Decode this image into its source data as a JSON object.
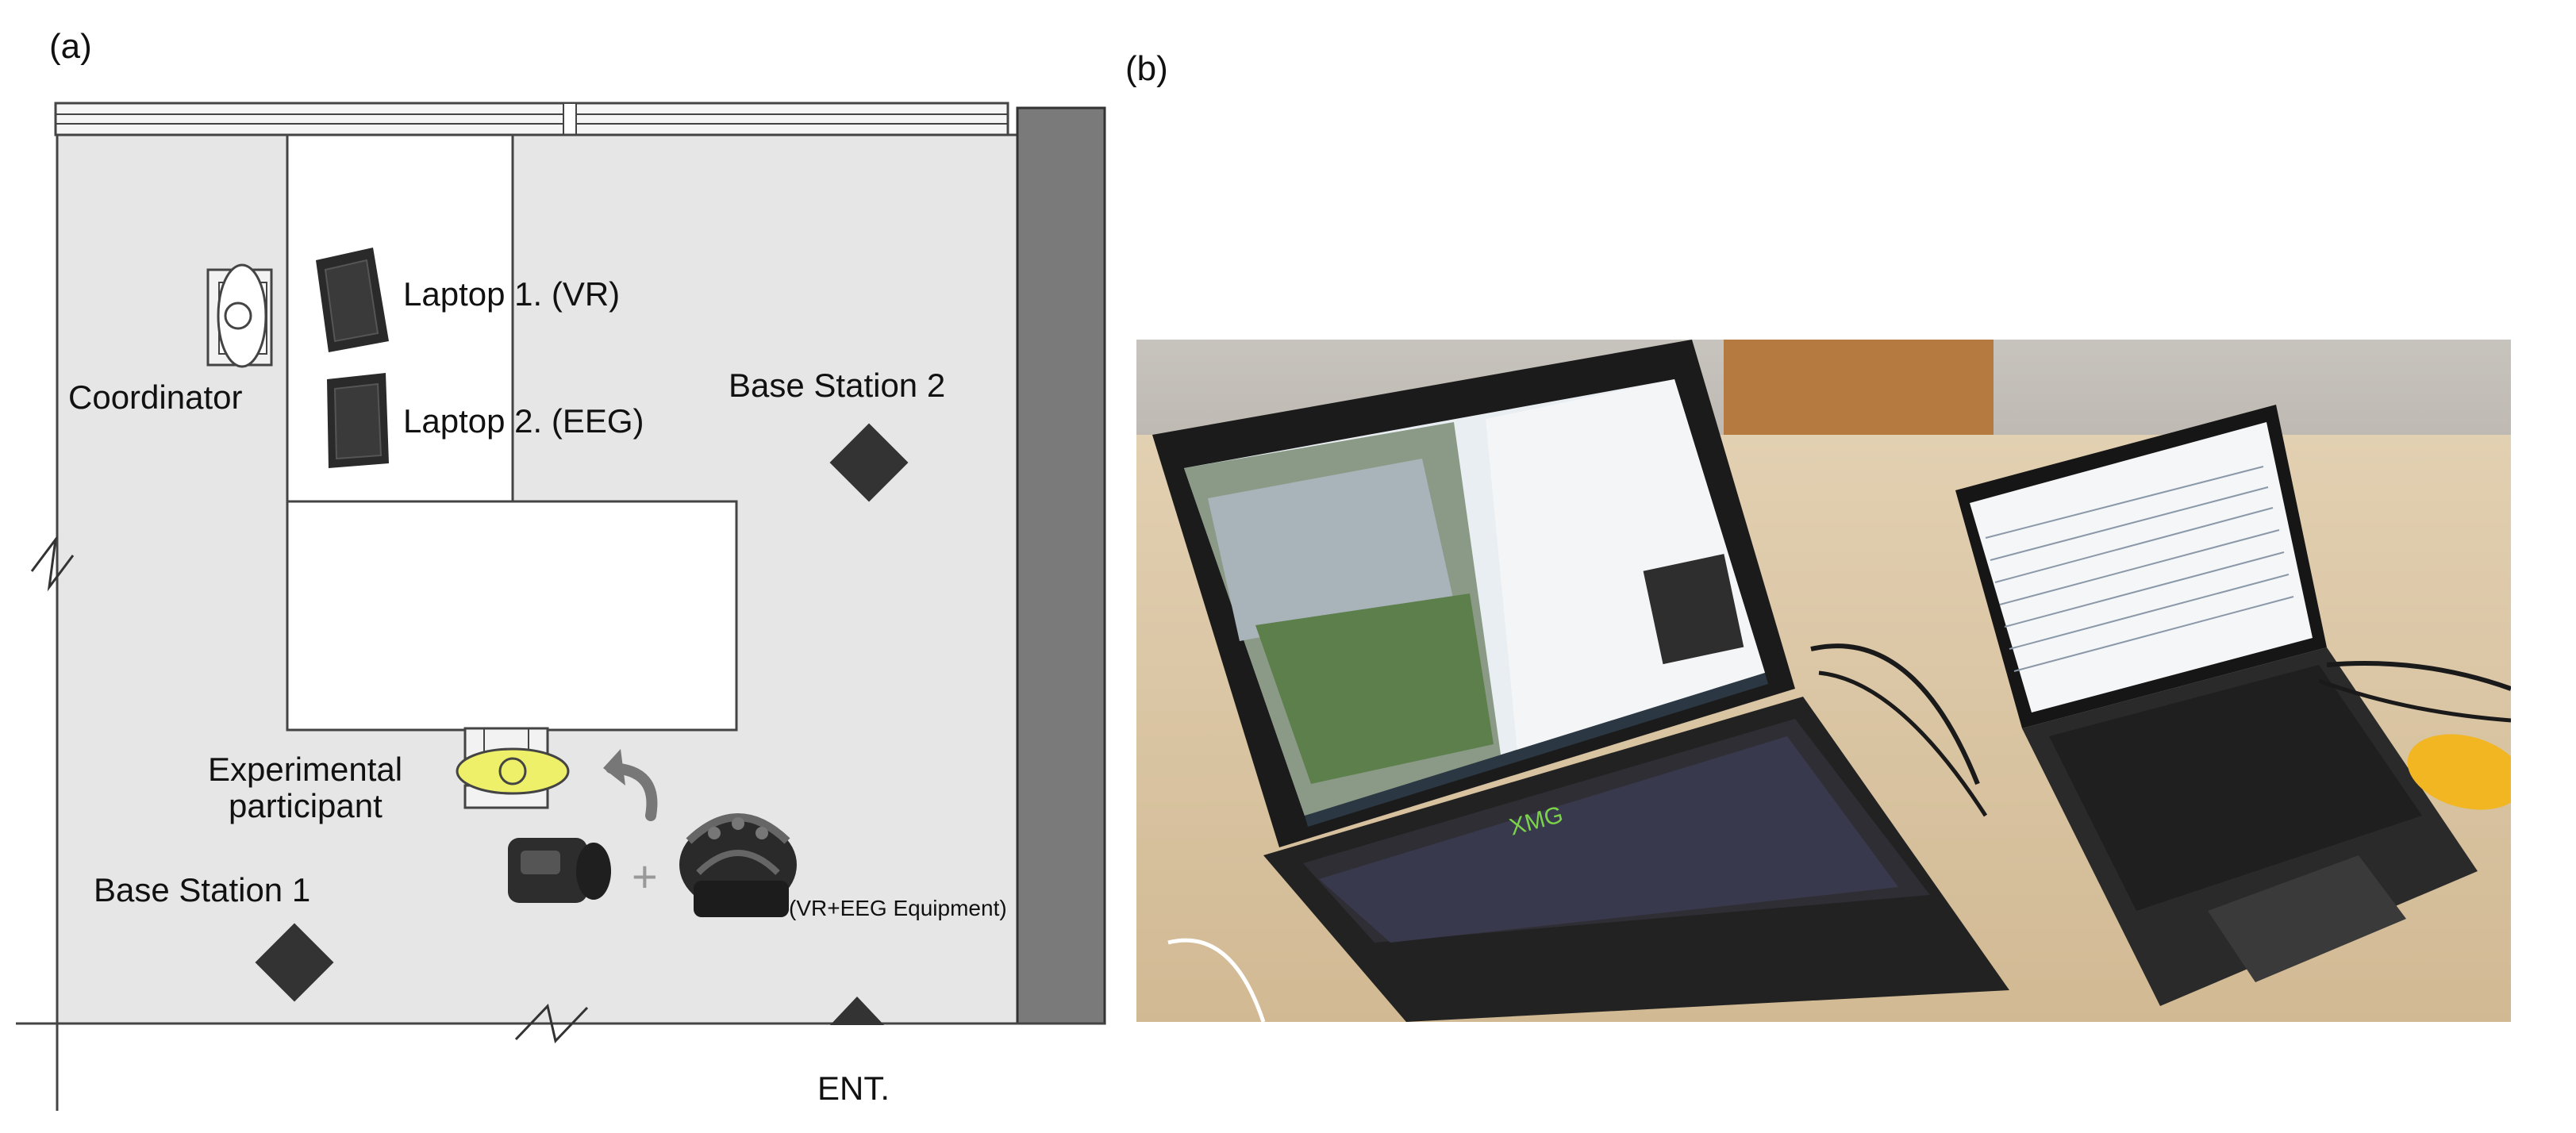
{
  "panels": {
    "a": {
      "label": "(a)",
      "labels": {
        "laptop1": "Laptop 1. (VR)",
        "laptop2": "Laptop 2. (EEG)",
        "coordinator": "Coordinator",
        "base_station_2": "Base Station 2",
        "base_station_1": "Base Station 1",
        "participant_line1": "Experimental",
        "participant_line2": "participant",
        "plus": "+",
        "equipment": "(VR+EEG Equipment)",
        "entrance": "ENT."
      }
    },
    "b": {
      "label": "(b)",
      "laptop_brand": "XMG"
    }
  },
  "colors": {
    "floor": "#e6e6e6",
    "wall_dark": "#7a7a7a",
    "table": "#ffffff",
    "participant": "#eef06a",
    "marker": "#333333",
    "desk_wood": "#d9c4a2"
  }
}
